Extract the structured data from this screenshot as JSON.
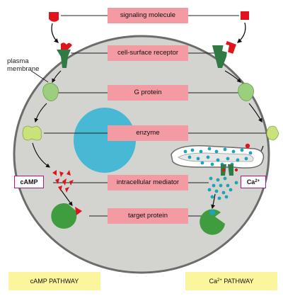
{
  "labels": {
    "signaling_molecule": "signaling molecule",
    "cell_surface_receptor": "cell-surface receptor",
    "g_protein": "G protein",
    "enzyme": "enzyme",
    "intracellular_mediator": "intracellular mediator",
    "target_protein": "target protein",
    "plasma_membrane_line1": "plasma",
    "plasma_membrane_line2": "membrane",
    "camp_tag": "cAMP",
    "ca_tag": "Ca",
    "ca_charge": "2+",
    "camp_pathway": "cAMP PATHWAY",
    "ca_pathway_prefix": "Ca",
    "ca_pathway_charge": "2+",
    "ca_pathway_suffix": " PATHWAY"
  },
  "colors": {
    "cell": "#d3d4d0",
    "membrane": "#6b6d6a",
    "nucleus": "#47b9d4",
    "label_box": "#f39aa2",
    "footer_box": "#fbf69e",
    "receptor": "#2f7a45",
    "g_protein": "#9ccf7d",
    "enzyme": "#c9e27a",
    "target_protein": "#3f9c3f",
    "signal": "#e0141c",
    "calcium": "#1fa3b6",
    "tag_border": "#c2127a"
  }
}
